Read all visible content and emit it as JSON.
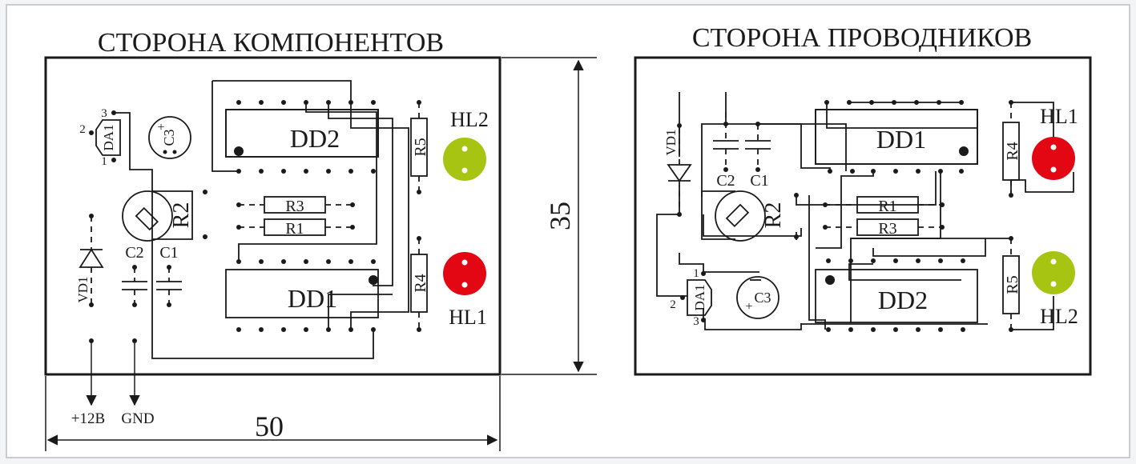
{
  "titles": {
    "left": "СТОРОНА КОМПОНЕНТОВ",
    "right": "СТОРОНА ПРОВОДНИКОВ"
  },
  "dimensions": {
    "width": "50",
    "height": "35"
  },
  "left_board": {
    "chips": [
      "DD2",
      "DD1"
    ],
    "resistors": [
      "R3",
      "R1",
      "R5",
      "R4"
    ],
    "trimmer": "R2",
    "regulator": "DA1",
    "regulator_pins": [
      "3",
      "2",
      "1"
    ],
    "cap_electrolytic": "C3",
    "cap_plus": "+",
    "caps": [
      "C2",
      "C1"
    ],
    "diode": "VD1",
    "leds": [
      "HL2",
      "HL1"
    ],
    "terminals": [
      "+12В",
      "GND"
    ]
  },
  "right_board": {
    "chips": [
      "DD1",
      "DD2"
    ],
    "resistors": [
      "R1",
      "R3",
      "R4",
      "R5"
    ],
    "trimmer": "R2",
    "regulator": "DA1",
    "regulator_pins": [
      "1",
      "2",
      "3"
    ],
    "cap_electrolytic": "C3",
    "cap_plus": "+",
    "caps": [
      "C2",
      "C1"
    ],
    "diode": "VD1",
    "leds": [
      "HL1",
      "HL2"
    ]
  },
  "colors": {
    "led_green": "#a6c411",
    "led_red": "#e30613",
    "line": "#1a1a1a",
    "background": "#f3f4f6"
  }
}
